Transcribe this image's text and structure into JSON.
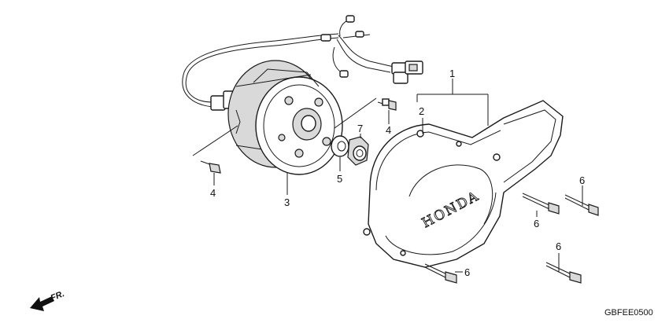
{
  "callouts": {
    "c1": "1",
    "c2": "2",
    "c3": "3",
    "c4a": "4",
    "c4b": "4",
    "c5": "5",
    "c6a": "6",
    "c6b": "6",
    "c6c": "6",
    "c6d": "6",
    "c7": "7"
  },
  "cover_brand": "HONDA",
  "front_indicator": "FR.",
  "diagram_code": "GBFEE0500"
}
